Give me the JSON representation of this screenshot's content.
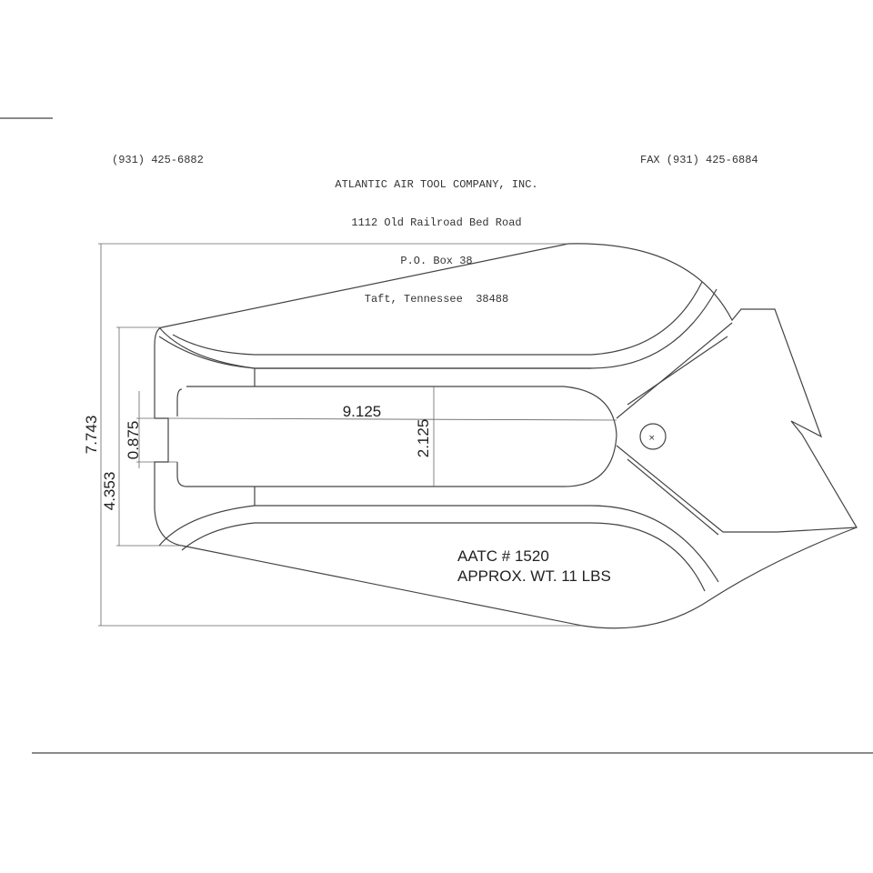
{
  "header": {
    "phone": "(931) 425-6882",
    "fax": "FAX (931) 425-6884",
    "company_lines": [
      "ATLANTIC AIR TOOL COMPANY, INC.",
      "1112 Old Railroad Bed Road",
      "P.O. Box 38",
      "Taft, Tennessee  38488"
    ]
  },
  "dimensions": {
    "overall_height": "7.743",
    "gap": "0.875",
    "lower_height": "4.353",
    "length": "9.125",
    "width": "2.125"
  },
  "notes": {
    "part_number": "AATC # 1520",
    "weight": "APPROX. WT. 11 LBS"
  }
}
